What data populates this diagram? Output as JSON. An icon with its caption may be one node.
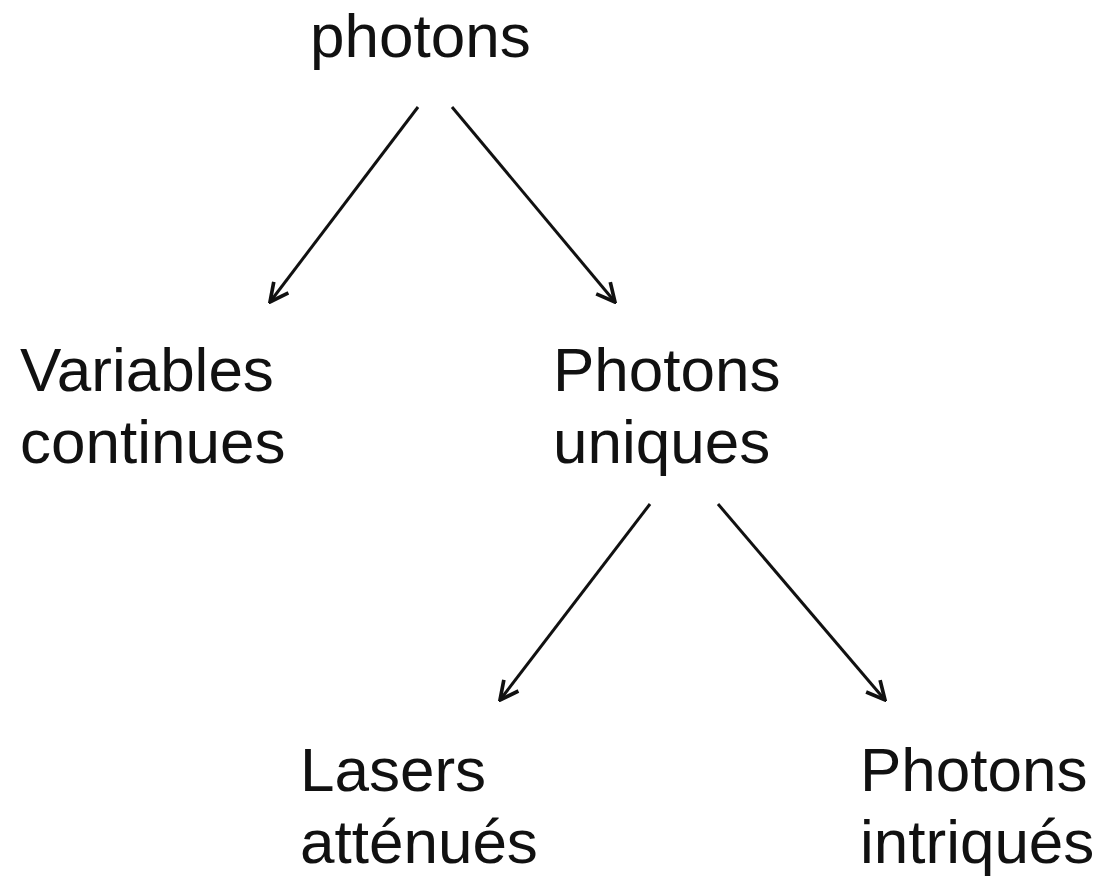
{
  "diagram": {
    "nodes": [
      {
        "text": [
          "photons"
        ]
      },
      {
        "text": [
          "Variables continues"
        ]
      },
      {
        "text": [
          "Photons uniques"
        ]
      },
      {
        "text": [
          "Lasers atténués"
        ]
      },
      {
        "text": [
          "Photons intriqués"
        ]
      }
    ],
    "edges": [
      {
        "from": 0,
        "to": 1,
        "arrow": "to"
      },
      {
        "from": 0,
        "to": 2,
        "arrow": "to"
      },
      {
        "from": 2,
        "to": 3,
        "arrow": "to"
      },
      {
        "from": 2,
        "to": 4,
        "arrow": "to"
      }
    ]
  }
}
